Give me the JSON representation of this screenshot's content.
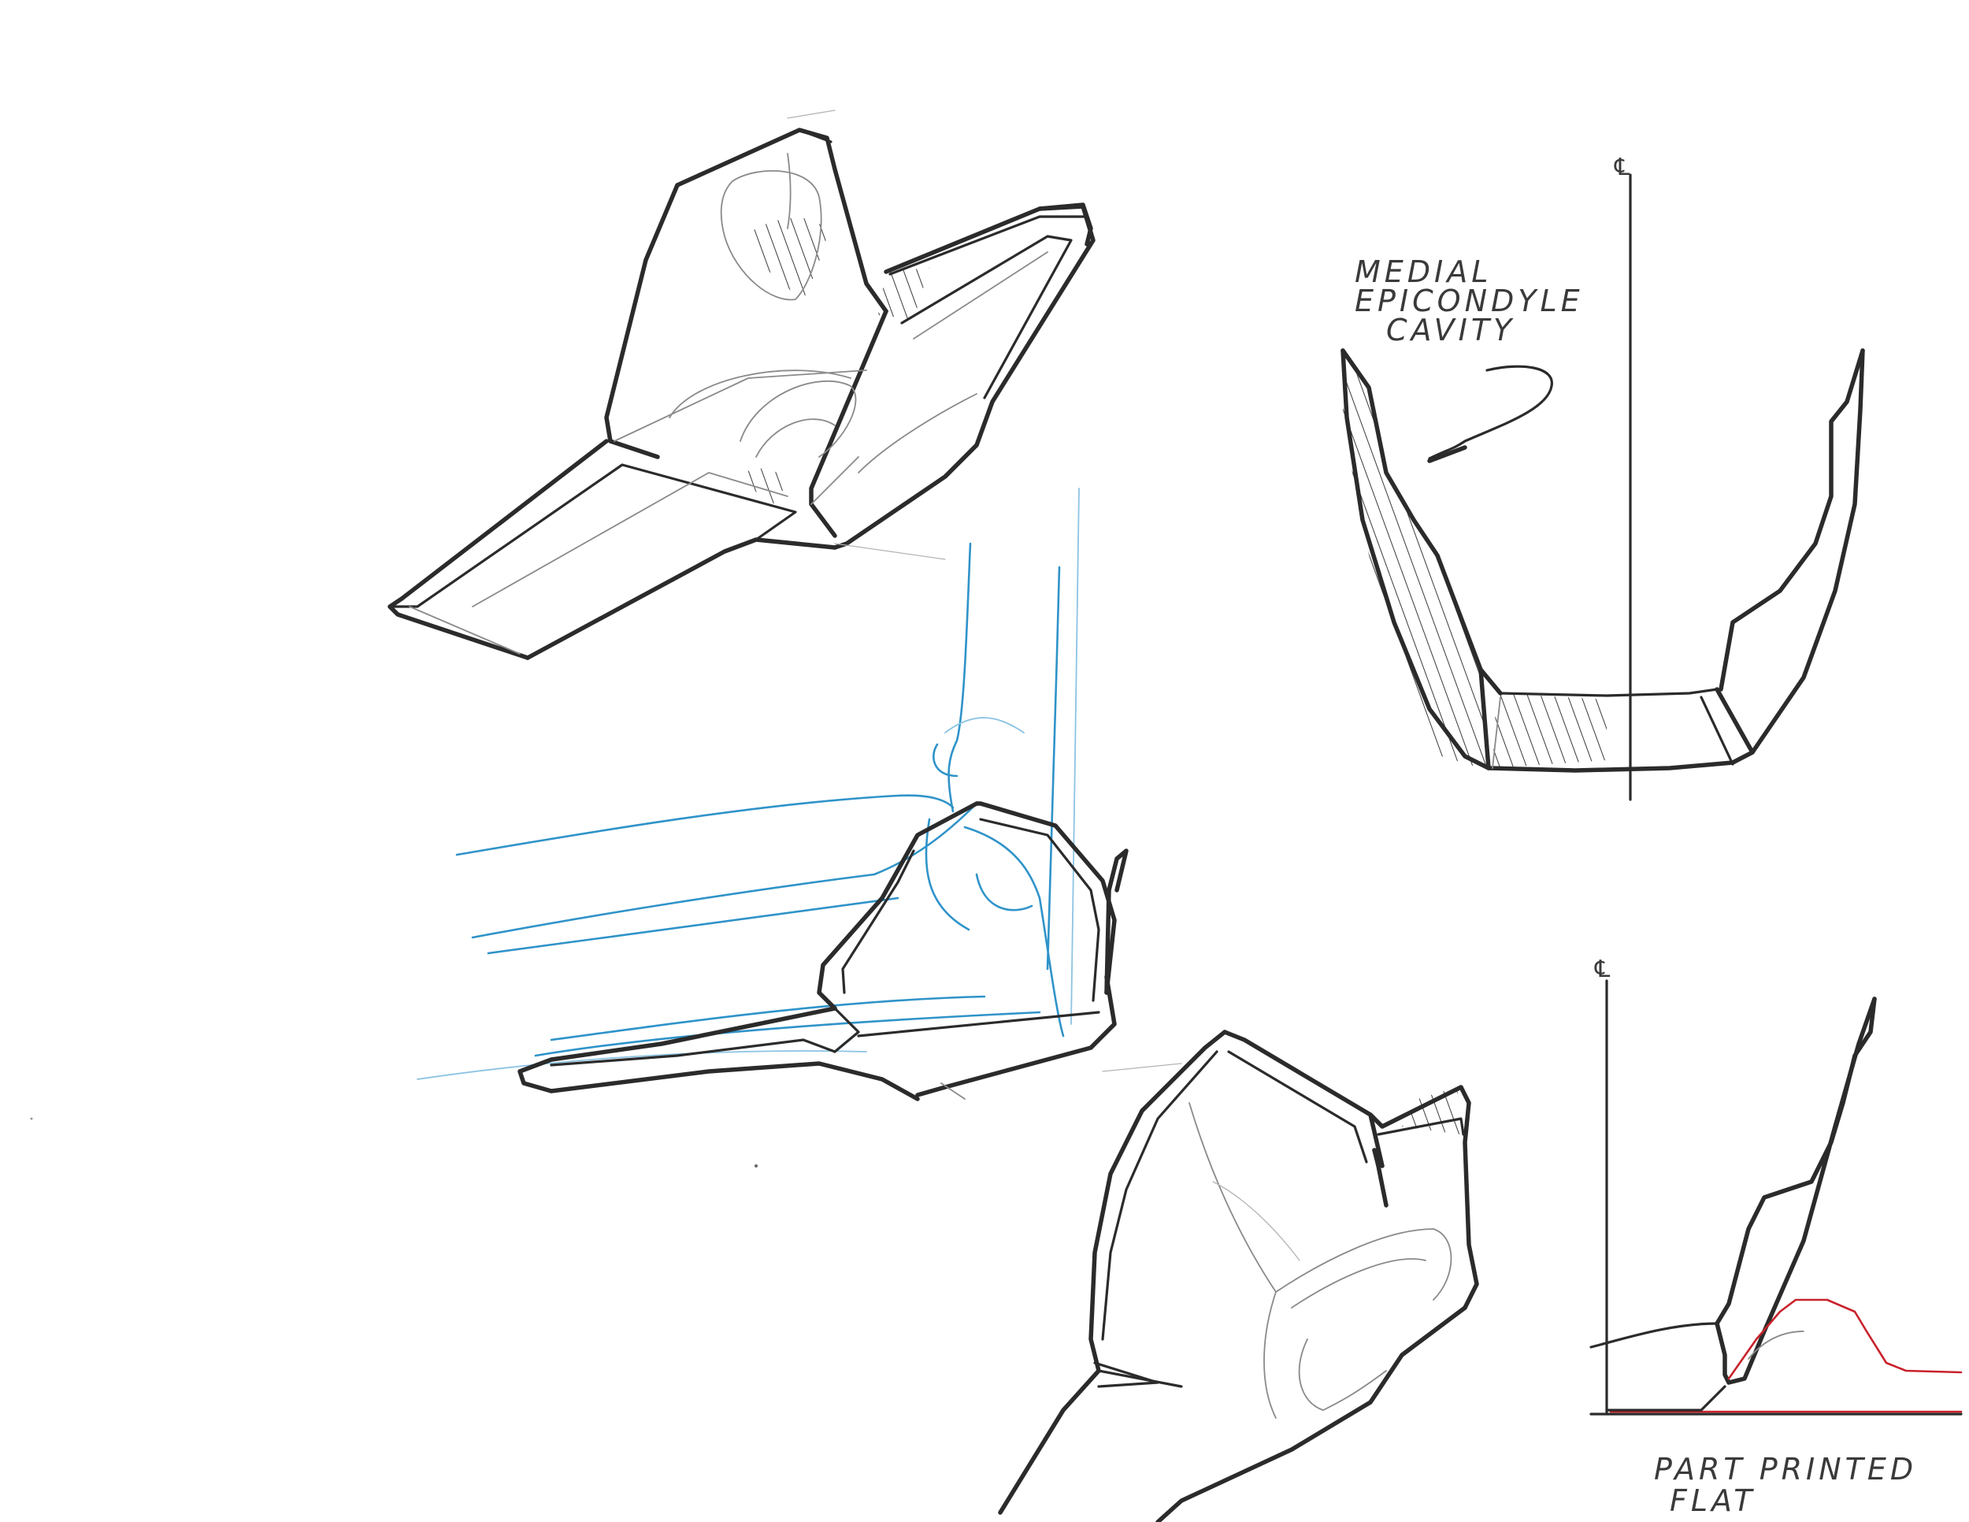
{
  "annotations": {
    "cavity_line1": "MEDIAL",
    "cavity_line2": "EPICONDYLE",
    "cavity_line3": "CAVITY",
    "print_line1": "PART PRINTED",
    "print_line2": "FLAT",
    "centerline_symbol": "℄"
  },
  "colors": {
    "ink": "#2b2b2b",
    "construction_blue": "#2f93c9",
    "red_line": "#c8222b",
    "paper": "#ffffff"
  }
}
